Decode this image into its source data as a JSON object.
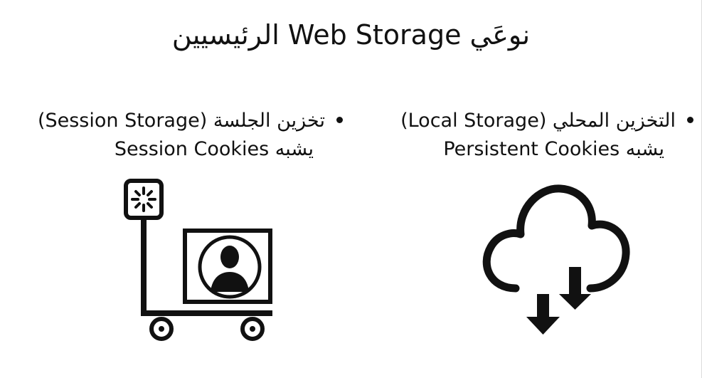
{
  "slide": {
    "title": "نوعَي Web Storage الرئيسيين",
    "items": [
      {
        "heading": "التخزين المحلي (Local Storage)",
        "subtext": "يشبه Persistent Cookies",
        "icon": "cloud-download-icon"
      },
      {
        "heading": "تخزين الجلسة (Session Storage)",
        "subtext": "يشبه Session Cookies",
        "icon": "cart-with-profile-icon"
      }
    ]
  },
  "colors": {
    "text": "#111111",
    "background": "#ffffff"
  }
}
